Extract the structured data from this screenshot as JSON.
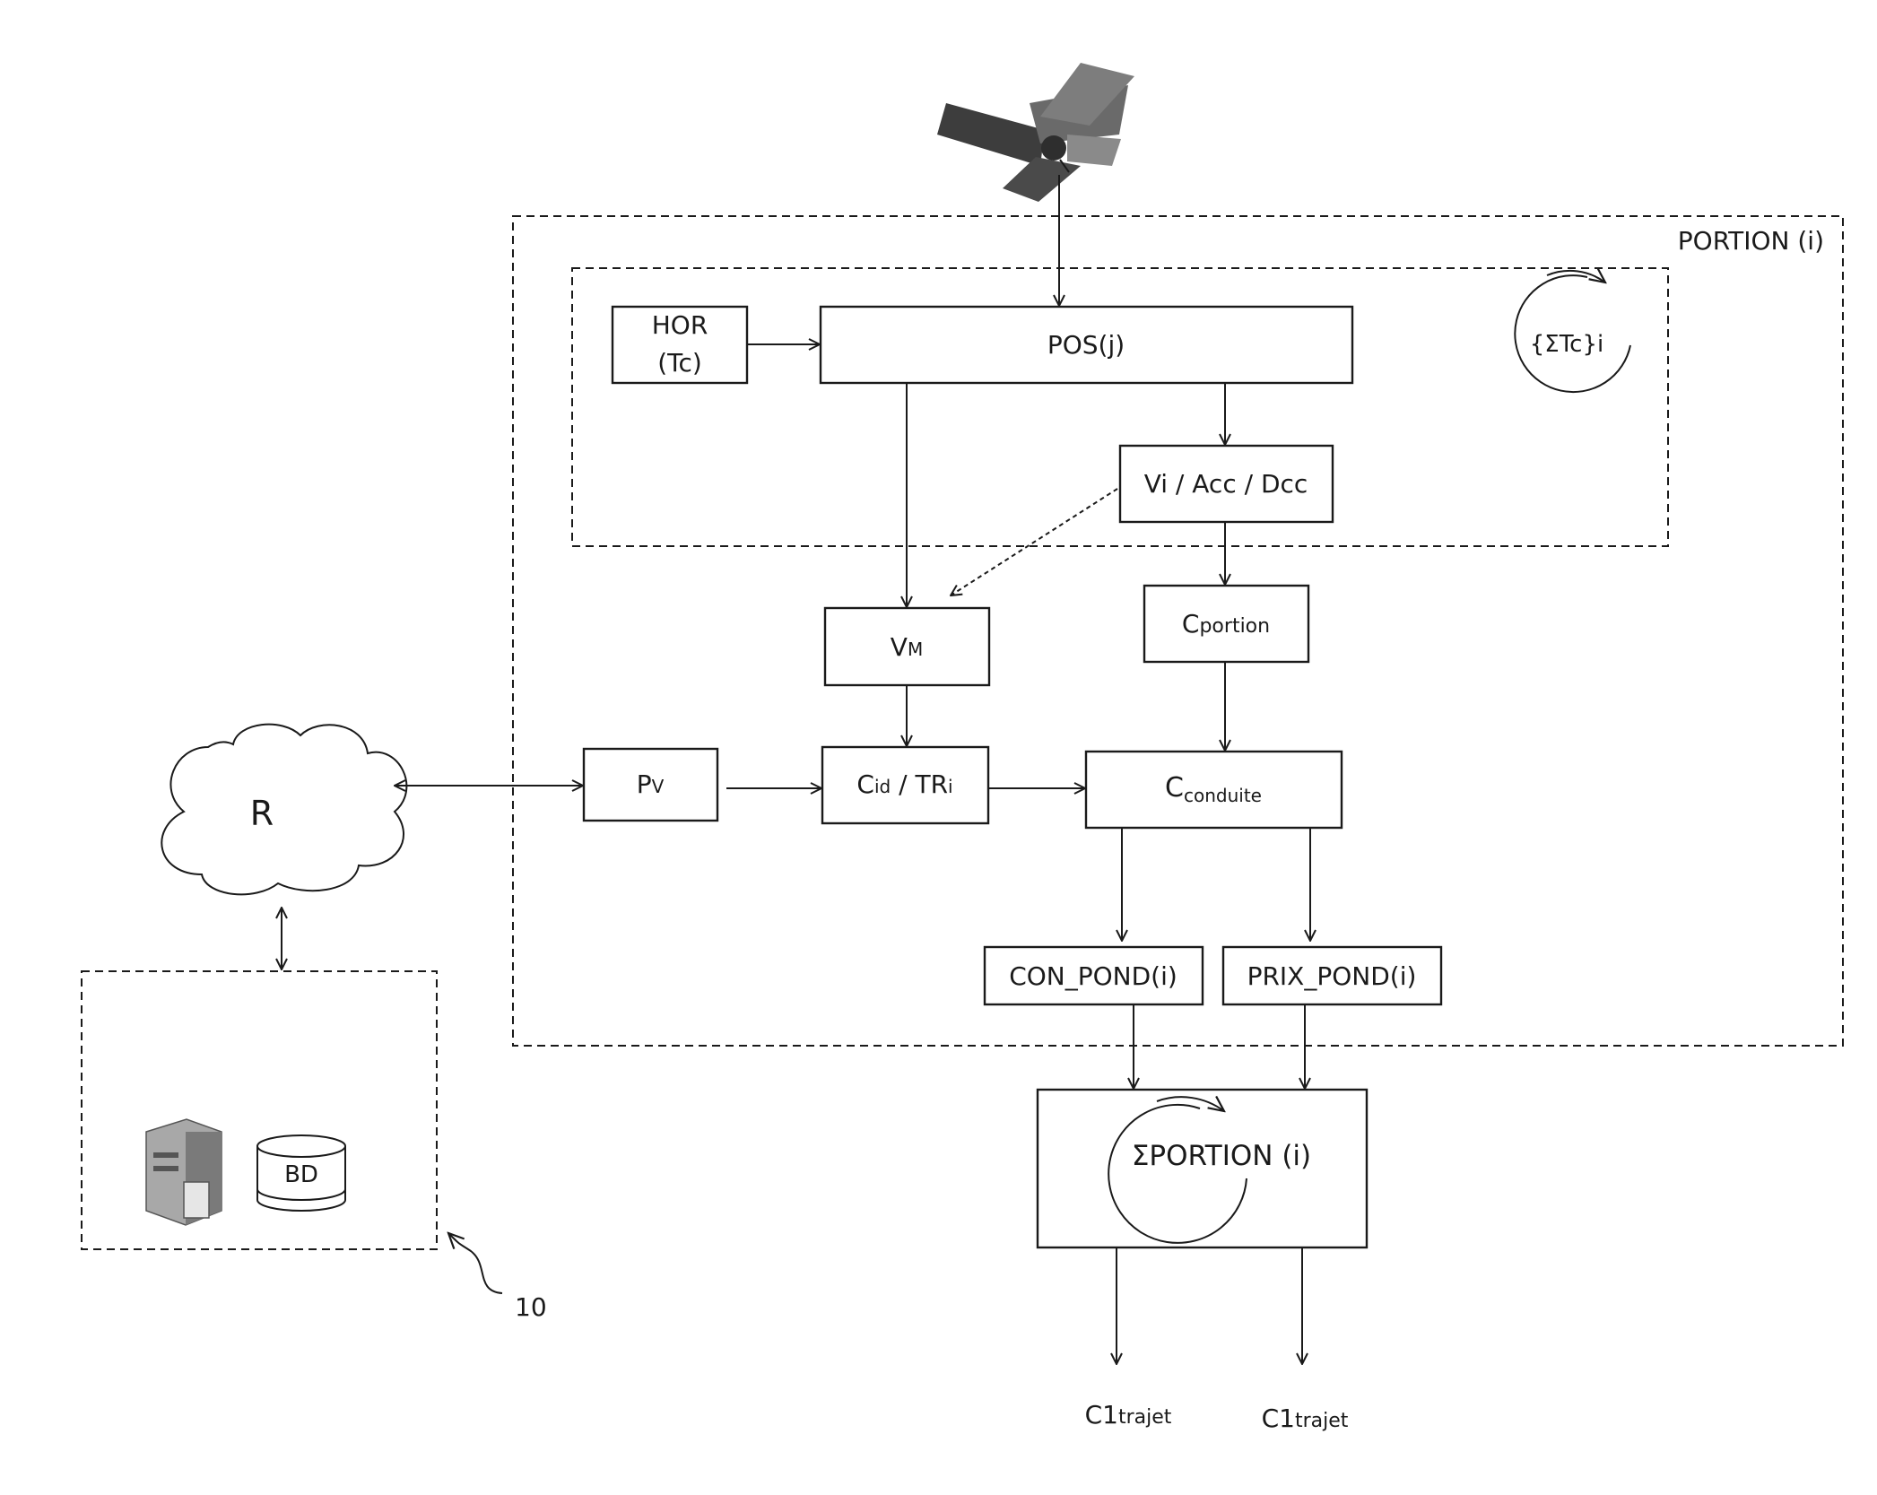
{
  "regions": {
    "portion_label": "PORTION (i)",
    "loop_label": "{ΣTc}i",
    "system_ref": "10"
  },
  "nodes": {
    "hor_line1": "HOR",
    "hor_line2": "(Tc)",
    "pos": "POS(j)",
    "vi_acc_dcc": "Vi / Acc / Dcc",
    "vm_main": "V",
    "vm_sub": "M",
    "cportion_main": "C",
    "cportion_sub": "portion",
    "pv_main": "P",
    "pv_sub": "V",
    "cid_main": "C",
    "cid_sub": "id",
    "cid_mid": " / TR",
    "cid_tail": "i",
    "cconduite_main": "C",
    "cconduite_sub": "conduite",
    "con_pond": "CON_POND(i)",
    "prix_pond": "PRIX_POND(i)",
    "sum_portion": "ΣPORTION (i)",
    "out1_main": "C1",
    "out1_sub": "trajet",
    "out2_main": "C1",
    "out2_sub": "trajet",
    "network": "R",
    "database": "BD"
  },
  "icons": {
    "satellite": "satellite-icon",
    "cloud": "cloud-network-icon",
    "server": "server-icon",
    "database": "database-icon"
  },
  "colors": {
    "ink": "#1a1a1a",
    "satellite_panel": "#5a5a5a",
    "server_body": "#9a9a9a"
  }
}
